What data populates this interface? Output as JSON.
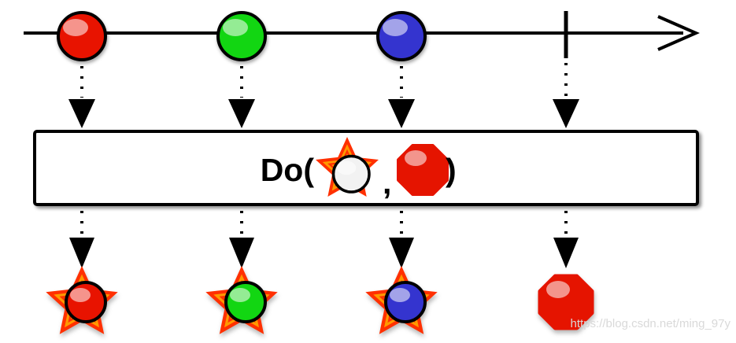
{
  "operator_box": {
    "label_prefix": "Do(",
    "separator": ",",
    "label_suffix": ")",
    "arg_icons": [
      "white-marble-star-icon",
      "red-octagon-icon"
    ]
  },
  "timeline": {
    "marbles": [
      {
        "name": "red-marble"
      },
      {
        "name": "green-marble"
      },
      {
        "name": "blue-marble"
      }
    ],
    "complete_marker": "complete-tick",
    "axis_arrow": "timeline-arrow-icon"
  },
  "output_row": {
    "items": [
      {
        "name": "star-with-red-marble"
      },
      {
        "name": "star-with-green-marble"
      },
      {
        "name": "star-with-blue-marble"
      },
      {
        "name": "red-octagon"
      }
    ]
  },
  "watermark": "https://blog.csdn.net/ming_97y",
  "colors": {
    "background": "#ffffff",
    "line": "#000000",
    "marble_red": "#e81300",
    "marble_green": "#12d612",
    "marble_blue": "#3434cf",
    "marble_white": "#f2f2f2",
    "star_outer": "#ff3000",
    "star_inner": "#ff9900",
    "octagon_red": "#e51400"
  }
}
